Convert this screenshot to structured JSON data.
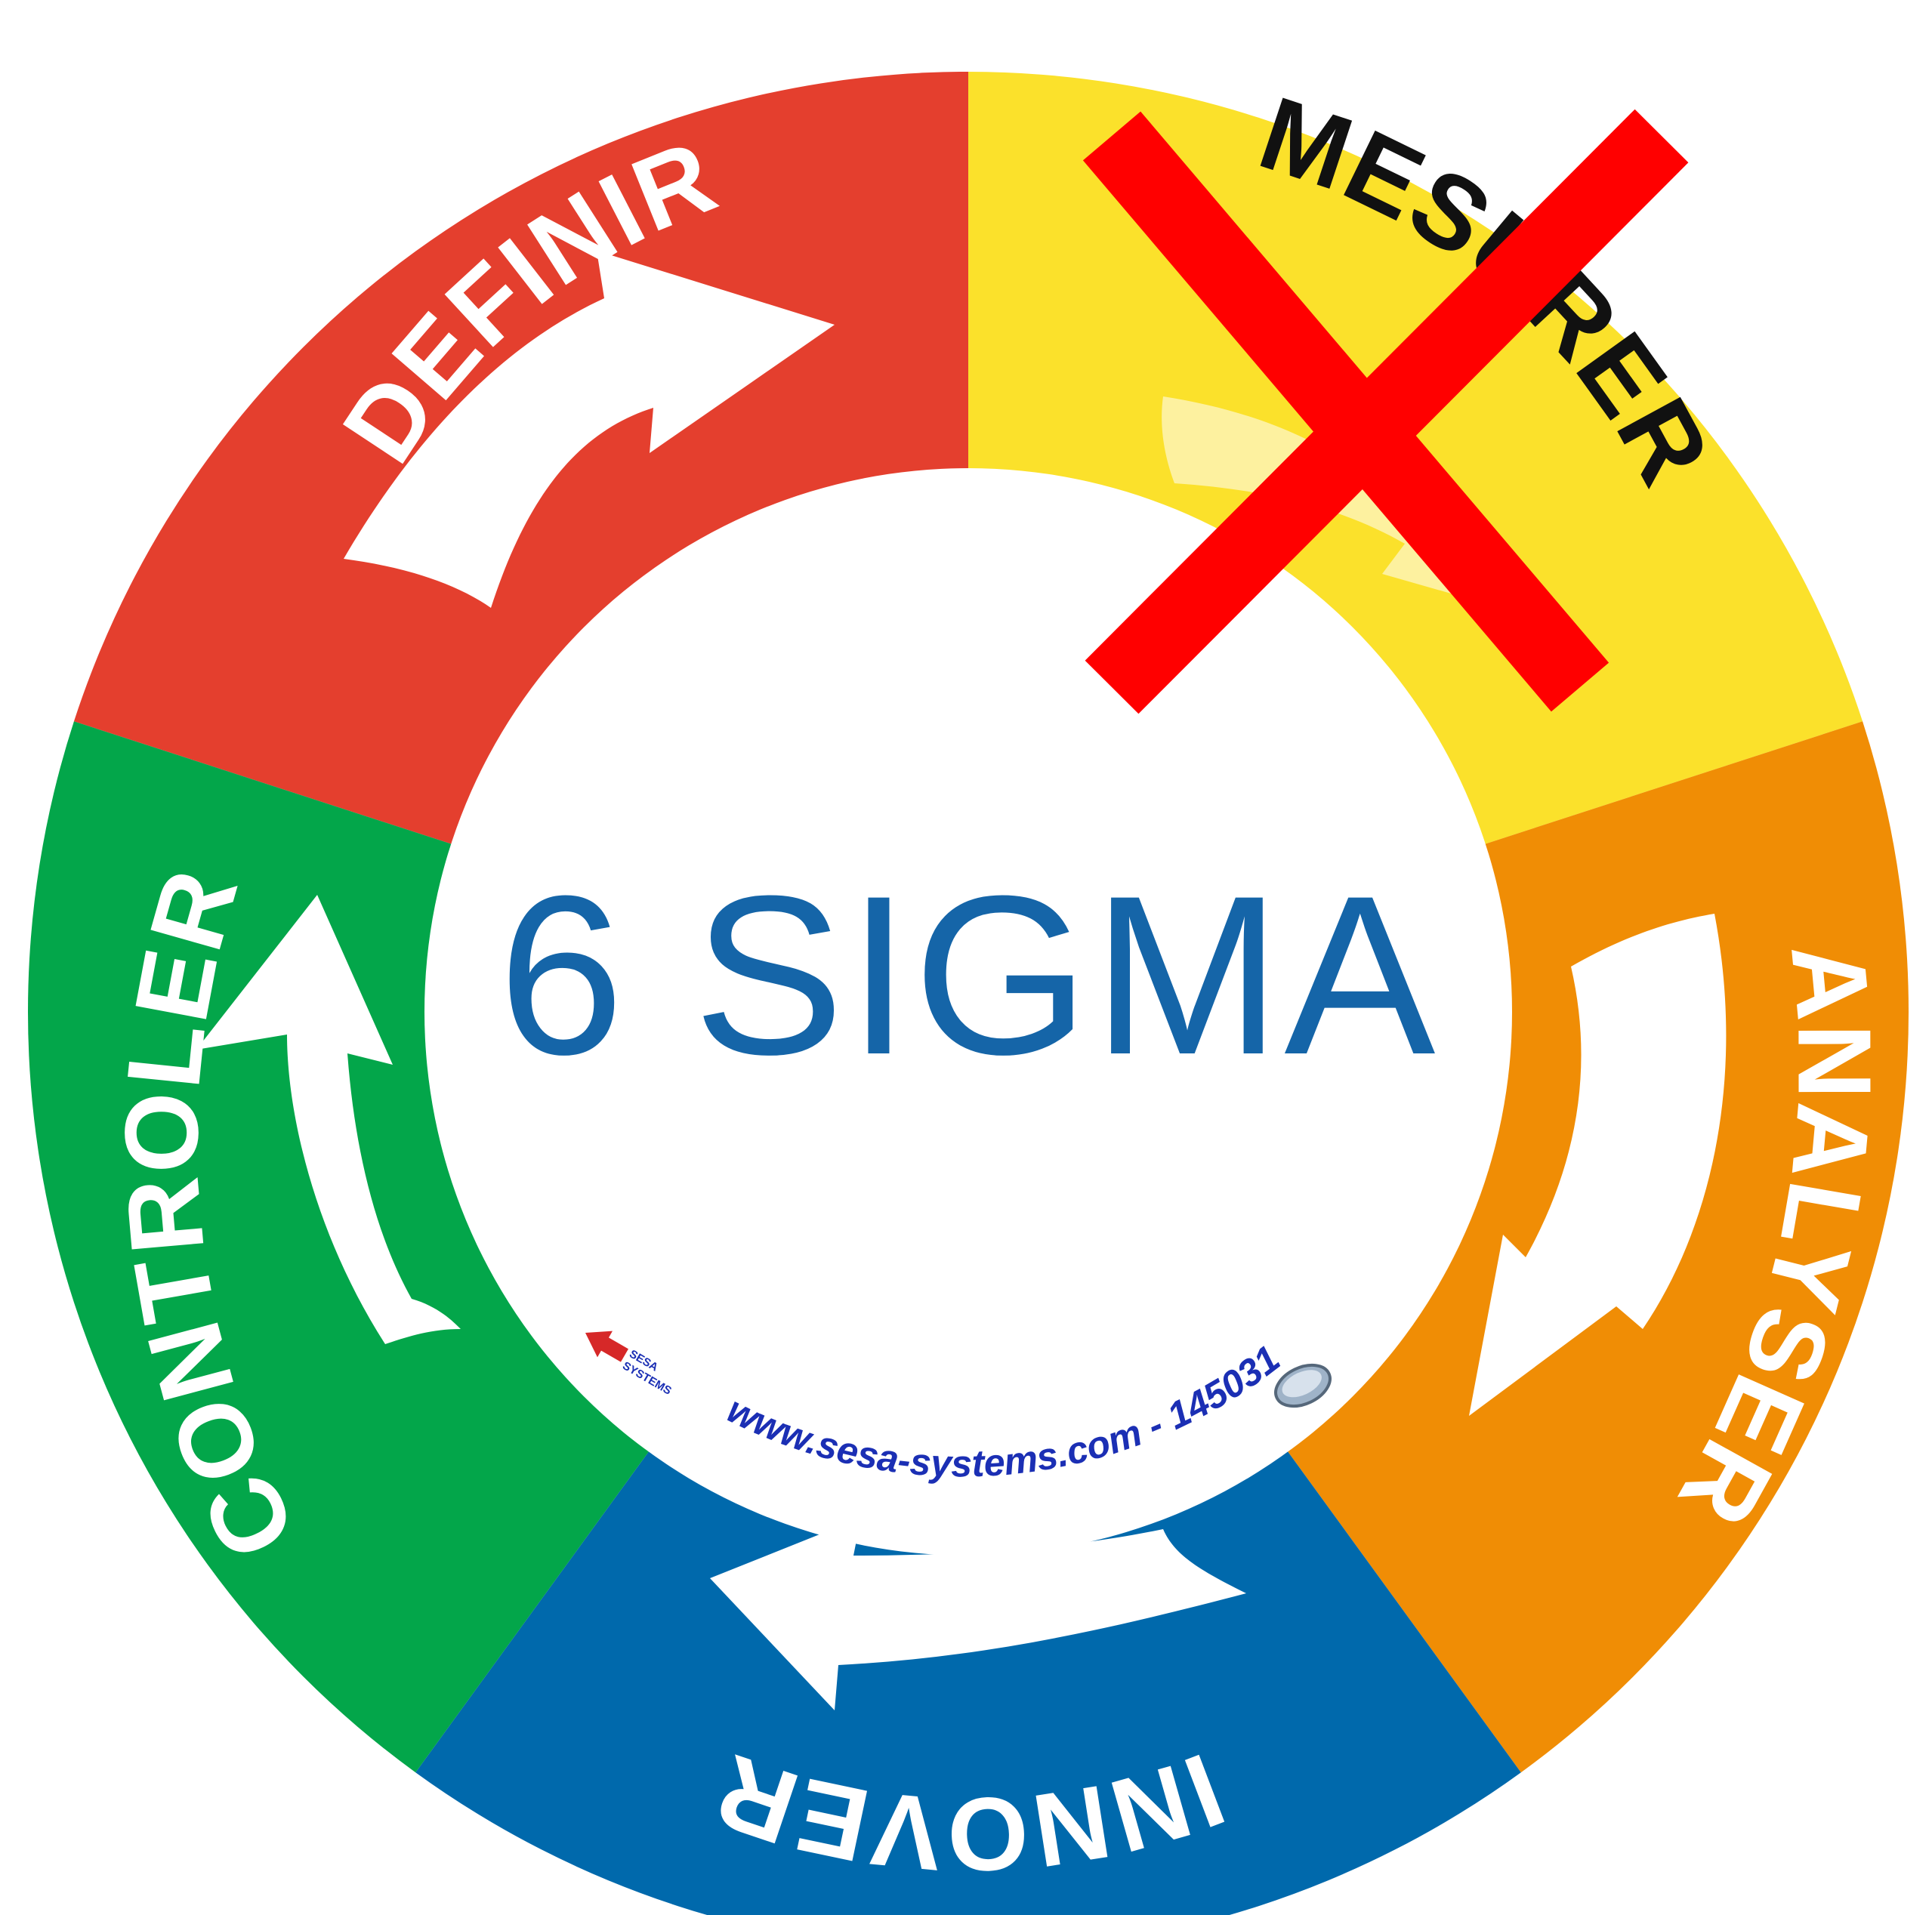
{
  "center": {
    "title": "6 SIGMA",
    "color": "#1565A8"
  },
  "segments": [
    {
      "id": "definir",
      "label": "DEFINIR",
      "color": "#E43F2E",
      "label_color": "#FFFFFF",
      "crossed_out": false
    },
    {
      "id": "mesurer",
      "label": "MESURER",
      "color": "#FBE12B",
      "label_color": "#111111",
      "crossed_out": true
    },
    {
      "id": "analyser",
      "label": "ANALYSER",
      "color": "#F08D05",
      "label_color": "#FFFFFF",
      "crossed_out": false
    },
    {
      "id": "innover",
      "label": "INNOVER",
      "color": "#0069AC",
      "label_color": "#FFFFFF",
      "crossed_out": false
    },
    {
      "id": "controler",
      "label": "CONTROLER",
      "color": "#03A64A",
      "label_color": "#FFFFFF",
      "crossed_out": false
    }
  ],
  "cross": {
    "color": "#FF0000"
  },
  "footer": {
    "url_text": "www.sesa-systems.com - 145031",
    "url_color": "#1B2FB4",
    "logo_line1": "SESA",
    "logo_line2": "SYSTEMS",
    "logo_color": "#D62828"
  }
}
